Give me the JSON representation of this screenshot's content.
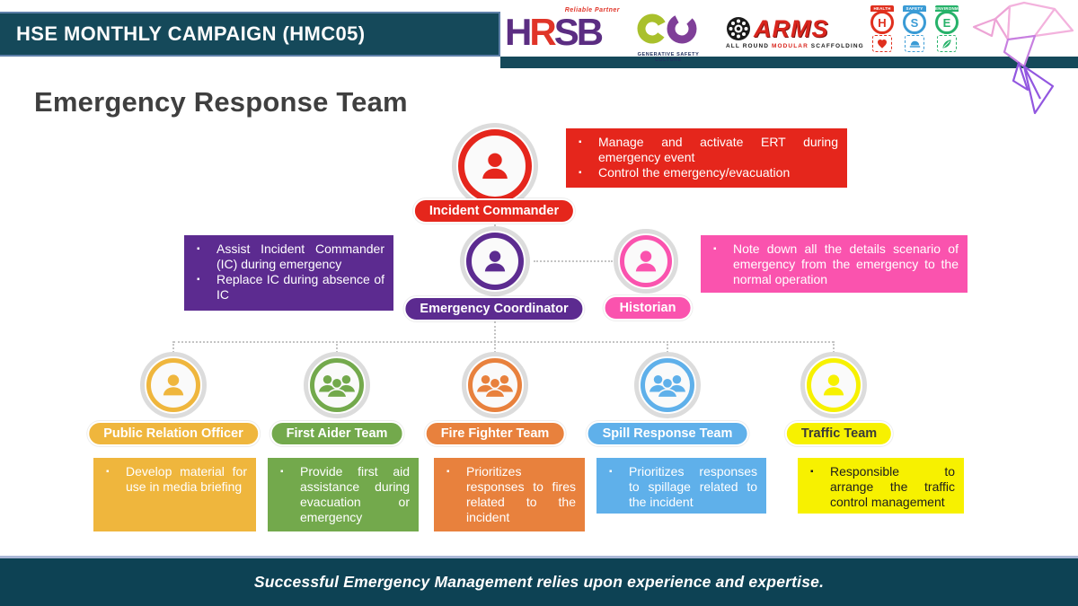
{
  "header": {
    "campaign_title": "HSE MONTHLY CAMPAIGN (HMC05)",
    "hrsb": {
      "tagline": "Reliable Partner",
      "h": "H",
      "r": "R",
      "s": "S",
      "b": "B"
    },
    "gc": {
      "caption": "GENERATIVE SAFETY CULTURE"
    },
    "arms": {
      "name": "ARMS",
      "caption_all_round": "ALL ROUND ",
      "caption_modular": "MODULAR",
      "caption_scaffolding": " SCAFFOLDING"
    },
    "badges": [
      {
        "letter": "H",
        "label": "HEALTH",
        "color": "#e0301e",
        "icon": "heart-icon"
      },
      {
        "letter": "S",
        "label": "SAFETY",
        "color": "#3a9bd5",
        "icon": "helmet-icon"
      },
      {
        "letter": "E",
        "label": "ENVIRONMENT",
        "color": "#27b26a",
        "icon": "leaf-icon"
      }
    ]
  },
  "title": "Emergency Response Team",
  "org": {
    "nodes": [
      {
        "role": "incident-commander",
        "label": "Incident Commander",
        "color": "#e5261c",
        "icon": "person",
        "bullets": [
          "Manage and activate ERT during emergency event",
          "Control the emergency/evacuation"
        ]
      },
      {
        "role": "emergency-coordinator",
        "label": "Emergency Coordinator",
        "color": "#5c2b90",
        "icon": "person",
        "bullets": [
          "Assist Incident Commander (IC) during emergency",
          "Replace IC during absence of IC"
        ]
      },
      {
        "role": "historian",
        "label": "Historian",
        "color": "#fa53ae",
        "icon": "person",
        "bullets": [
          "Note down all the details scenario of emergency from the emergency to the normal operation"
        ]
      },
      {
        "role": "public-relation-officer",
        "label": "Public Relation Officer",
        "color": "#efb63d",
        "icon": "person",
        "bullets": [
          "Develop material for use in media briefing"
        ]
      },
      {
        "role": "first-aider-team",
        "label": "First Aider Team",
        "color": "#73a94c",
        "icon": "group",
        "bullets": [
          "Provide first aid assistance during evacuation or emergency"
        ]
      },
      {
        "role": "fire-fighter-team",
        "label": "Fire Fighter Team",
        "color": "#e8813d",
        "icon": "group",
        "bullets": [
          "Prioritizes responses to fires related to the incident"
        ]
      },
      {
        "role": "spill-response-team",
        "label": "Spill Response Team",
        "color": "#5fb0ea",
        "icon": "group",
        "bullets": [
          "Prioritizes responses to spillage related to the incident"
        ]
      },
      {
        "role": "traffic-team",
        "label": "Traffic Team",
        "color": "#f7f100",
        "icon": "person",
        "bullets": [
          "Responsible to arrange the traffic control management"
        ]
      }
    ]
  },
  "footer": {
    "tagline": "Successful Emergency Management relies upon experience and expertise."
  },
  "colors": {
    "header_bar": "#15495a",
    "header_border": "#5d7fa8",
    "footer_bar": "#0d4254",
    "footer_border": "#aab7d6",
    "title_text": "#3f3f3f",
    "connector": "#c4c4c4",
    "node_outer_ring": "#dcdcdc",
    "bird_pink": "#eda4d6",
    "bird_purple": "#9257e0"
  }
}
